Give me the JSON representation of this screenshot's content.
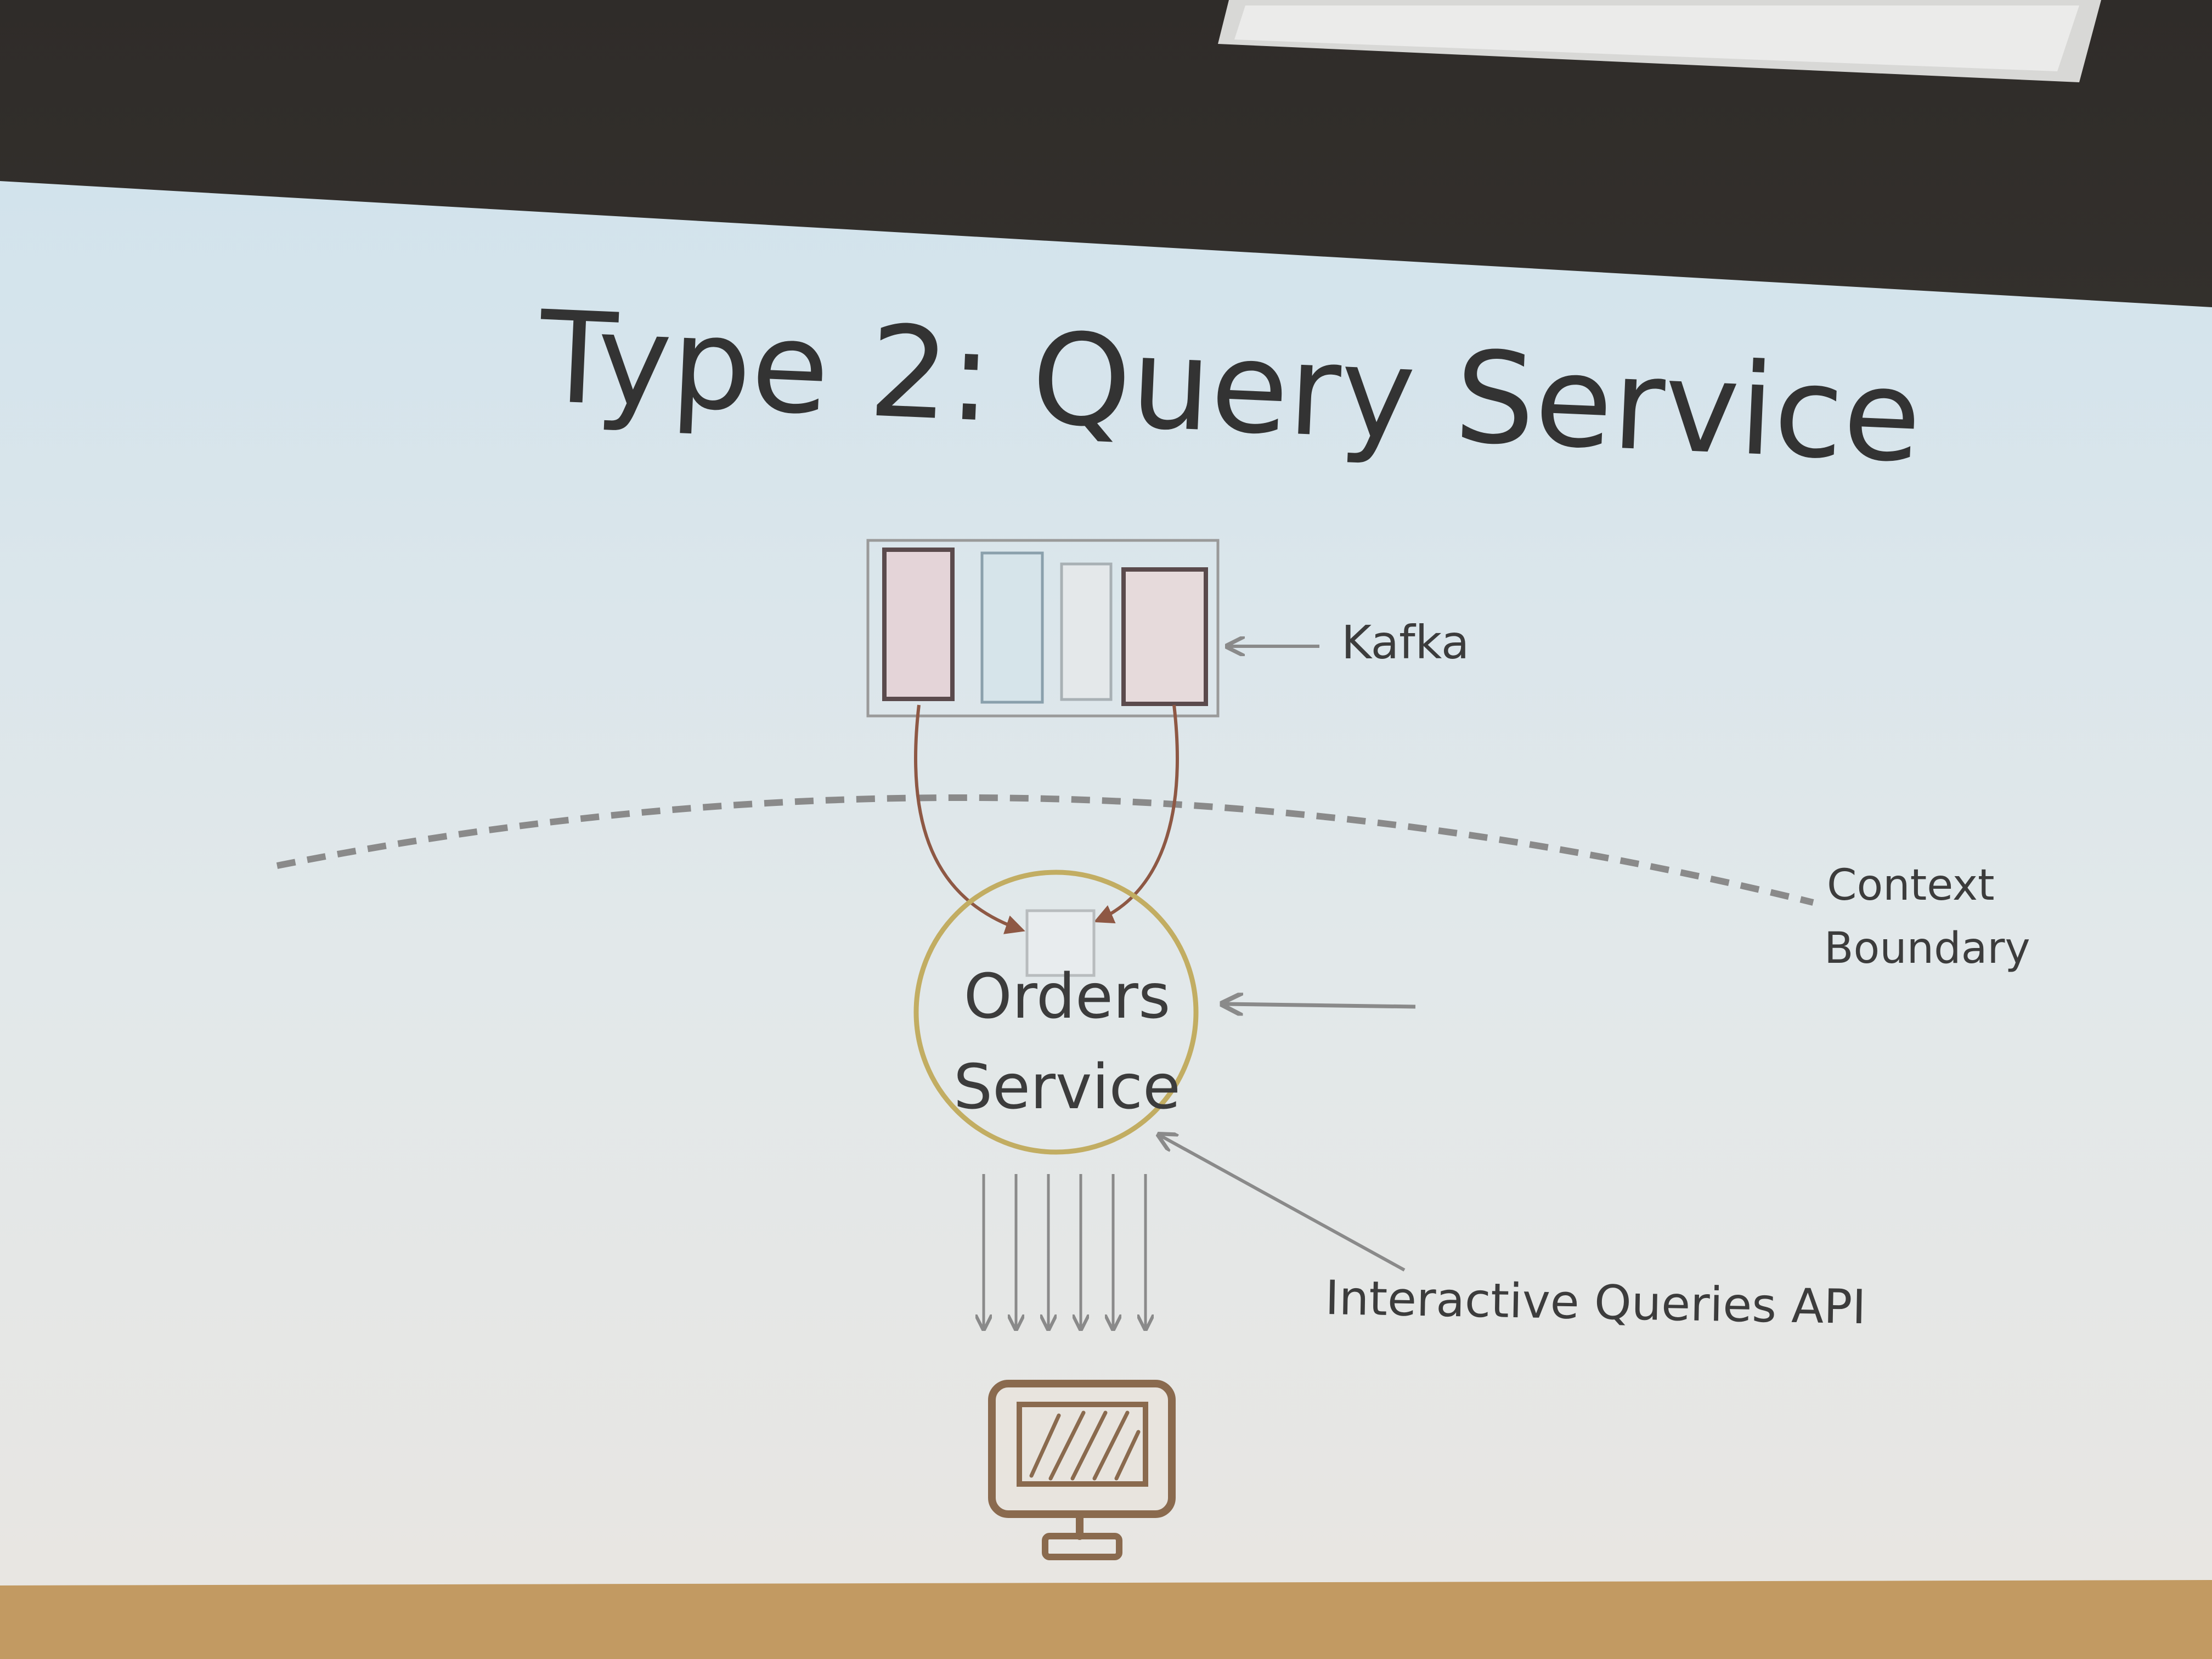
{
  "slide": {
    "title": "Type 2: Query Service"
  },
  "labels": {
    "kafka": "Kafka",
    "context_line1": "Context",
    "context_line2": "Boundary",
    "service_line1": "Orders",
    "service_line2": "Service",
    "api": "Interactive Queries API"
  },
  "colors": {
    "background_room": "#3a3632",
    "slide_top": "#d4e4ec",
    "slide_bottom": "#e6e6e4",
    "floor": "#c29a62",
    "partition_pink": "#e4d4d8",
    "partition_blue": "#d4e4ea",
    "circle_outline": "#c2ad62",
    "arrow_brown": "#8e5844",
    "monitor": "#8a6a4e"
  },
  "icons": {
    "monitor": "monitor-icon"
  }
}
